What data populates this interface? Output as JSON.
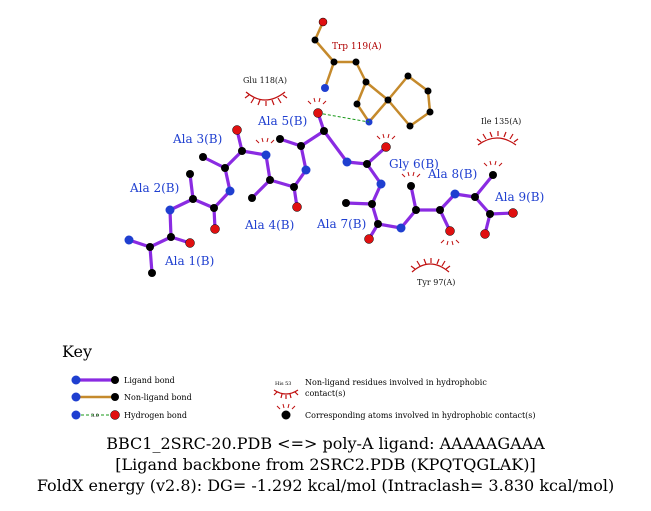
{
  "colors": {
    "ligand_bond": "#8a2be2",
    "non_ligand_bond": "#c58a2c",
    "hydrogen_bond": "#1a9a1a",
    "nitrogen": "#1f3fd0",
    "oxygen": "#e01010",
    "carbon": "#000000",
    "hydrophobic_arc": "#c01010",
    "residue_label": "#1f3fd0",
    "trp_label": "#b00000"
  },
  "residues": {
    "ala1": "Ala 1(B)",
    "ala2": "Ala 2(B)",
    "ala3": "Ala 3(B)",
    "ala4": "Ala 4(B)",
    "ala5": "Ala 5(B)",
    "gly6": "Gly 6(B)",
    "ala7": "Ala 7(B)",
    "ala8": "Ala 8(B)",
    "ala9": "Ala 9(B)"
  },
  "contacts": {
    "trp119": "Trp 119(A)",
    "glu118": "Glu 118(A)",
    "ile135": "Ile 135(A)",
    "tyr97": "Tyr 97(A)"
  },
  "key": {
    "title": "Key",
    "ligand_bond": "Ligand bond",
    "non_ligand_bond": "Non-ligand bond",
    "hydrogen_bond": "Hydrogen bond",
    "hbond_distance": "3.0",
    "nonligand_residues_line1": "Non-ligand residues involved in hydrophobic",
    "nonligand_residues_line2": "contact(s)",
    "example_residue": "His 53",
    "corresponding_atoms": "Corresponding atoms involved in hydrophobic contact(s)"
  },
  "footer": {
    "line1": "BBC1_2SRC-20.PDB <=> poly-A ligand: AAAAAGAAA",
    "line2": "[Ligand backbone from 2SRC2.PDB (KPQTQGLAK)]",
    "line3": "FoldX energy (v2.8): DG= -1.292 kcal/mol (Intraclash= 3.830 kcal/mol)"
  }
}
